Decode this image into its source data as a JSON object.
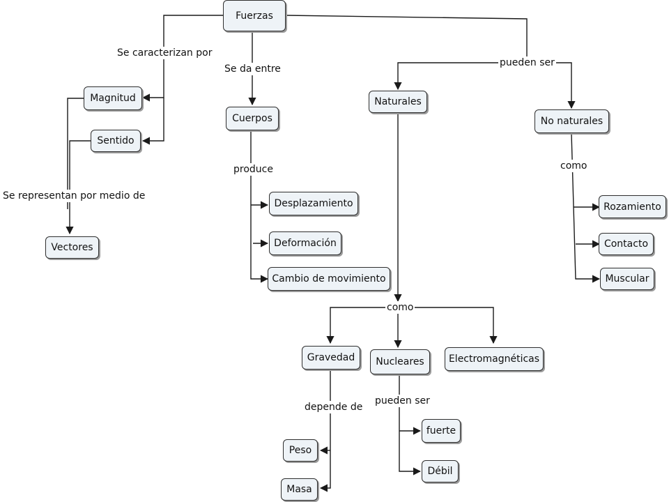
{
  "nodes": {
    "fuerzas": "Fuerzas",
    "magnitud": "Magnitud",
    "sentido": "Sentido",
    "vectores": "Vectores",
    "cuerpos": "Cuerpos",
    "desplazamiento": "Desplazamiento",
    "deformacion": "Deformación",
    "cambio_movimiento": "Cambio de movimiento",
    "naturales": "Naturales",
    "no_naturales": "No naturales",
    "rozamiento": "Rozamiento",
    "contacto": "Contacto",
    "muscular": "Muscular",
    "gravedad": "Gravedad",
    "nucleares": "Nucleares",
    "electromagneticas": "Electromagnéticas",
    "peso": "Peso",
    "masa": "Masa",
    "fuerte": "fuerte",
    "debil": "Débil"
  },
  "links": {
    "se_caracterizan_por": "Se caracterizan por",
    "se_da_entre": "Se da entre",
    "pueden_ser_top": "pueden ser",
    "se_representan": "Se representan por medio de",
    "produce": "produce",
    "como_no_naturales": "como",
    "como_naturales": "como",
    "depende_de": "depende de",
    "pueden_ser_nucleares": "pueden ser"
  }
}
